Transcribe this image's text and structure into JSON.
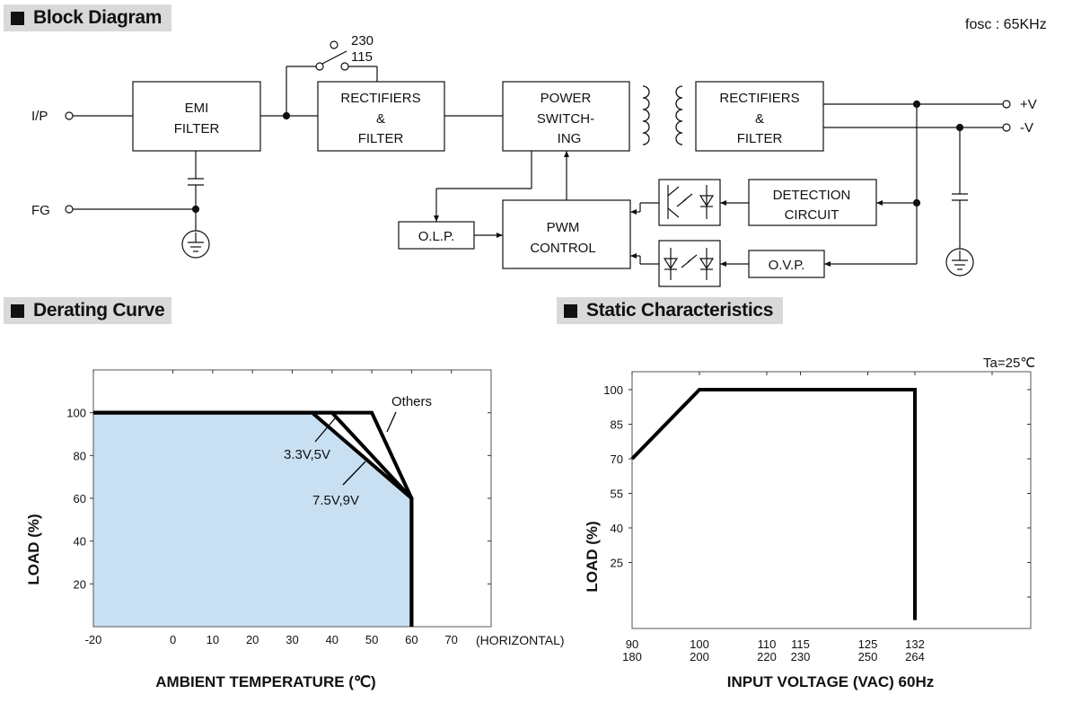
{
  "sections": {
    "block_diagram": "Block Diagram",
    "derating_curve": "Derating Curve",
    "static_characteristics": "Static Characteristics"
  },
  "block": {
    "fosc": "fosc : 65KHz",
    "ip": "I/P",
    "fg": "FG",
    "emi": [
      "EMI",
      "FILTER"
    ],
    "rect1": [
      "RECTIFIERS",
      "&",
      "FILTER"
    ],
    "switch_230": "230",
    "switch_115": "115",
    "power": [
      "POWER",
      "SWITCH-",
      "ING"
    ],
    "rect2": [
      "RECTIFIERS",
      "&",
      "FILTER"
    ],
    "vplus": "+V",
    "vminus": "-V",
    "olp": "O.L.P.",
    "pwm": [
      "PWM",
      "CONTROL"
    ],
    "detection": [
      "DETECTION",
      "CIRCUIT"
    ],
    "ovp": "O.V.P."
  },
  "chart_data": [
    {
      "type": "line",
      "name": "derating",
      "ylabel": "LOAD (%)",
      "xlabel": "AMBIENT TEMPERATURE (℃)",
      "x_note": "(HORIZONTAL)",
      "xlim": [
        -20,
        80
      ],
      "ylim": [
        0,
        120
      ],
      "x_ticks": [
        "-20",
        "0",
        "10",
        "20",
        "30",
        "40",
        "50",
        "60",
        "70"
      ],
      "x_tick_values": [
        -20,
        0,
        10,
        20,
        30,
        40,
        50,
        60,
        70
      ],
      "y_ticks": [
        "20",
        "40",
        "60",
        "80",
        "100"
      ],
      "y_tick_values": [
        20,
        40,
        60,
        80,
        100
      ],
      "series": [
        {
          "name": "Others",
          "x": [
            -20,
            50,
            60,
            60
          ],
          "y": [
            100,
            100,
            60,
            0
          ]
        },
        {
          "name": "3.3V,5V",
          "x": [
            -20,
            40,
            60,
            60
          ],
          "y": [
            100,
            100,
            60,
            0
          ]
        },
        {
          "name": "7.5V,9V",
          "x": [
            -20,
            35,
            60,
            60
          ],
          "y": [
            100,
            100,
            60,
            0
          ]
        }
      ],
      "fill_series": "7.5V,9V",
      "fill_color": "#c9dff2"
    },
    {
      "type": "line",
      "name": "static",
      "ylabel": "LOAD (%)",
      "xlabel": "INPUT VOLTAGE (VAC) 60Hz",
      "note": "Ta=25℃",
      "x_ticks": [
        [
          "90",
          "180"
        ],
        [
          "100",
          "200"
        ],
        [
          "110",
          "220"
        ],
        [
          "115",
          "230"
        ],
        [
          "125",
          "250"
        ],
        [
          "132",
          "264"
        ]
      ],
      "x_tick_values": [
        90,
        100,
        110,
        115,
        125,
        132
      ],
      "y_ticks": [
        "25",
        "40",
        "55",
        "70",
        "85",
        "100"
      ],
      "y_tick_values": [
        25,
        40,
        55,
        70,
        85,
        100
      ],
      "series": [
        {
          "x": [
            90,
            100,
            132,
            132
          ],
          "y": [
            70,
            100,
            100,
            0
          ]
        }
      ]
    }
  ]
}
